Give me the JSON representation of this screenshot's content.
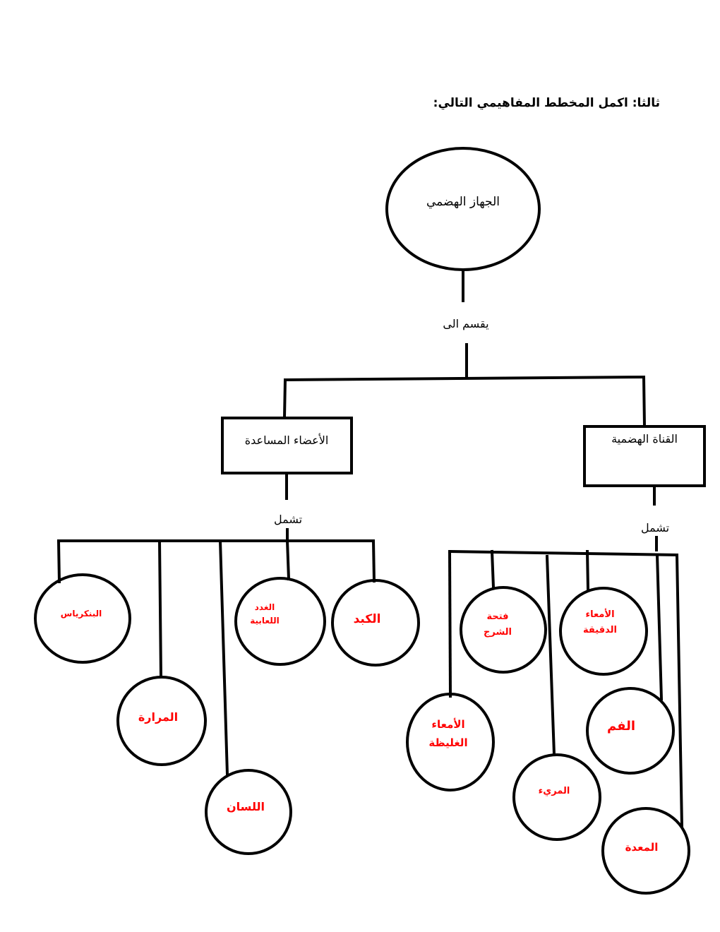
{
  "title": "ثالثا: اكمل المخطط المفاهيمي التالي:",
  "colors": {
    "stroke": "#000000",
    "answer_text": "#ff0000",
    "label_text": "#000000",
    "background": "#ffffff"
  },
  "root": {
    "label": "الجهاز الهضمي",
    "connector": "يقسم الى"
  },
  "branches": [
    {
      "id": "accessory",
      "label": "الأعضاء المساعدة",
      "connector": "تشمل",
      "children": [
        {
          "line1": "الكبد",
          "line2": ""
        },
        {
          "line1": "الغدد",
          "line2": "اللعابية"
        },
        {
          "line1": "البنكرياس",
          "line2": ""
        },
        {
          "line1": "المرارة",
          "line2": ""
        },
        {
          "line1": "اللسان",
          "line2": ""
        }
      ]
    },
    {
      "id": "canal",
      "label": "القناة الهضمية",
      "connector": "تشمل",
      "children": [
        {
          "line1": "الأمعاء",
          "line2": "الدقيقة"
        },
        {
          "line1": "فتحة",
          "line2": "الشرج"
        },
        {
          "line1": "الفم",
          "line2": ""
        },
        {
          "line1": "الأمعاء",
          "line2": "الغليظة"
        },
        {
          "line1": "المريء",
          "line2": ""
        },
        {
          "line1": "المعدة",
          "line2": ""
        }
      ]
    }
  ]
}
